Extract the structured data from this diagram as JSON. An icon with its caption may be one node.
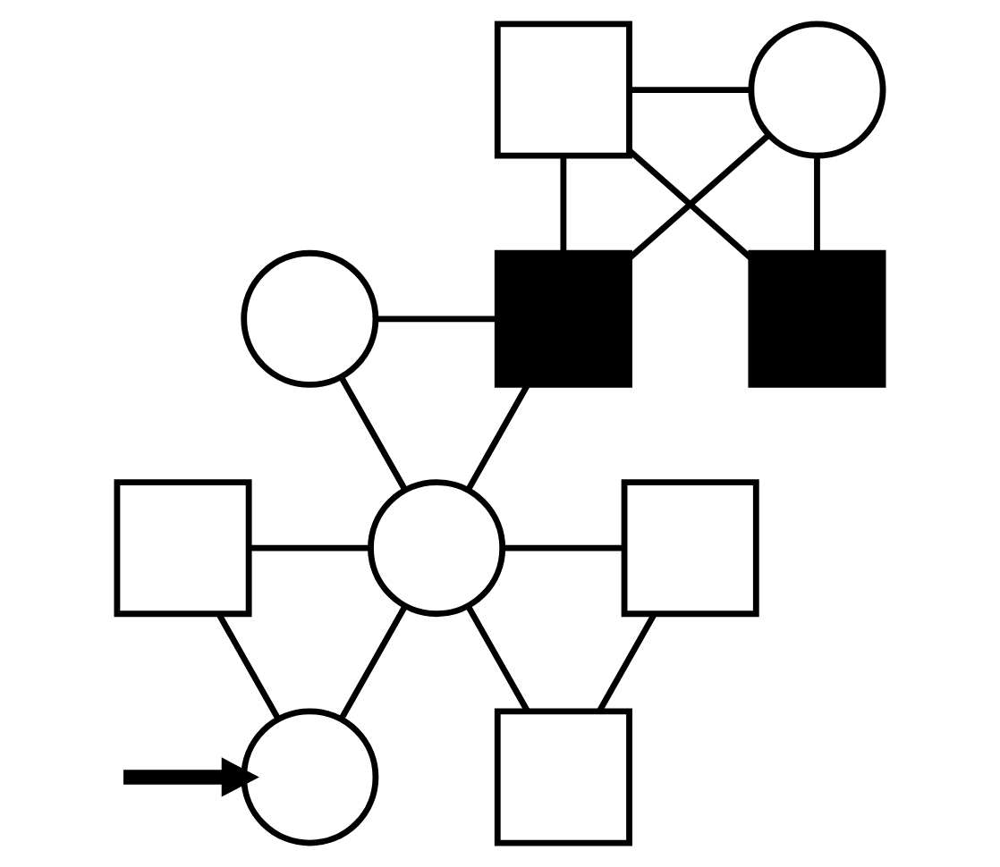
{
  "diagram": {
    "nodes": [
      {
        "text": [],
        "shape": "box"
      },
      {
        "text": [],
        "shape": "circle"
      },
      {
        "text": [],
        "shape": "circle"
      },
      {
        "text": [],
        "shape": "box"
      },
      {
        "text": [],
        "shape": "box"
      },
      {
        "text": [],
        "shape": "box"
      },
      {
        "text": [],
        "shape": "circle"
      },
      {
        "text": [],
        "shape": "box"
      },
      {
        "text": [],
        "shape": "circle"
      },
      {
        "text": [],
        "shape": "box"
      }
    ],
    "edges": [
      {
        "from": 0,
        "to": 1,
        "arrow": "none"
      },
      {
        "from": 0,
        "to": 3,
        "arrow": "none"
      },
      {
        "from": 1,
        "to": 3,
        "arrow": "none"
      },
      {
        "from": 0,
        "to": 4,
        "arrow": "none"
      },
      {
        "from": 1,
        "to": 4,
        "arrow": "none"
      },
      {
        "from": 2,
        "to": 3,
        "arrow": "none"
      },
      {
        "from": 2,
        "to": 6,
        "arrow": "none"
      },
      {
        "from": 3,
        "to": 6,
        "arrow": "none"
      },
      {
        "from": 5,
        "to": 6,
        "arrow": "none"
      },
      {
        "from": 6,
        "to": 7,
        "arrow": "none"
      },
      {
        "from": 5,
        "to": 8,
        "arrow": "none"
      },
      {
        "from": 6,
        "to": 8,
        "arrow": "none"
      },
      {
        "from": 6,
        "to": 9,
        "arrow": "none"
      },
      {
        "from": 7,
        "to": 9,
        "arrow": "none"
      },
      {
        "from": null,
        "to": 8,
        "arrow": "to",
        "style": "thick"
      }
    ]
  }
}
